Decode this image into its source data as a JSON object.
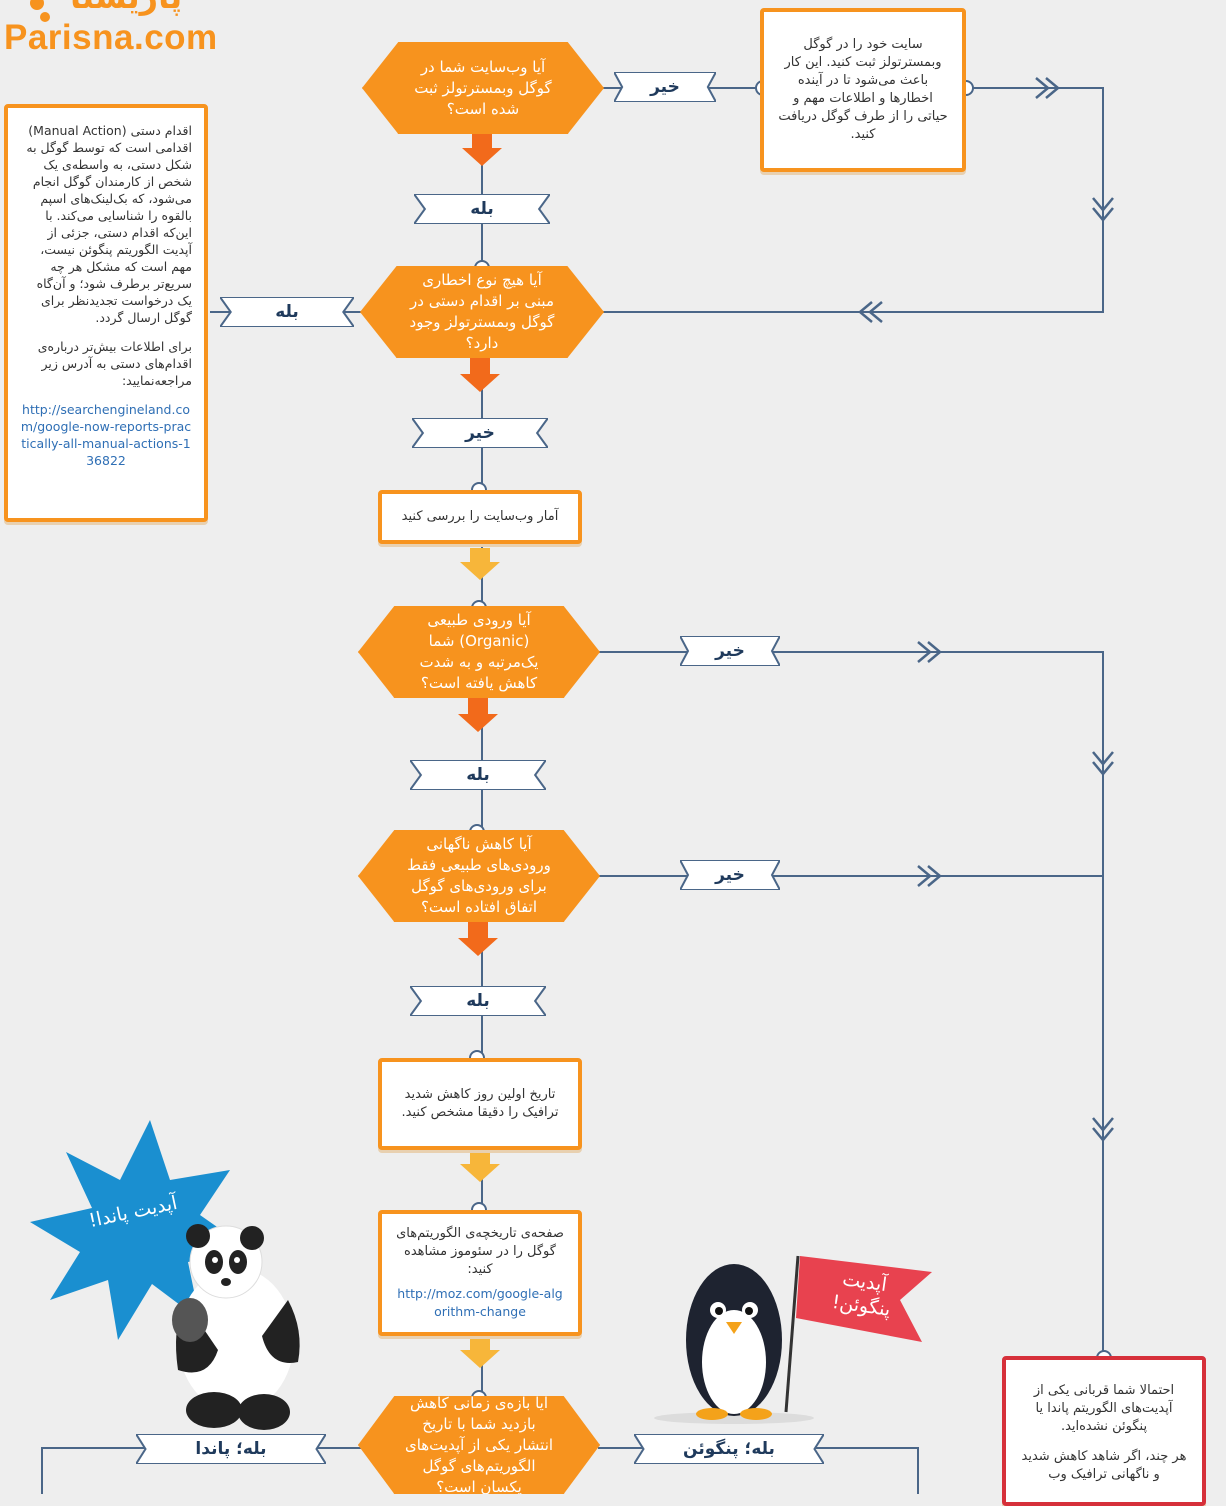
{
  "brand": {
    "persian": "پاریسنا",
    "latin": "Parisna.com"
  },
  "nodes": {
    "q1": "آیا وب‌سایت شما در گوگل وبمسترتولز ثبت شده است؟",
    "register_box": "سایت خود را در گوگل وبمسترتولز ثبت کنید. این کار باعث می‌شود تا در آینده اخطارها و اطلاعات مهم و حیاتی را از طرف گوگل دریافت کنید.",
    "q2": "آیا هیچ نوع اخطاری مبنی بر اقدام دستی در گوگل وبمسترتولز وجود دارد؟",
    "check_stats": "آمار وب‌سایت را بررسی کنید",
    "q3": "آیا ورودی طبیعی (Organic) شما یک‌مرتبه و به شدت کاهش یافته است؟",
    "q4": "آیا کاهش ناگهانی ورودی‌های طبیعی فقط برای ورودی‌های گوگل اتفاق افتاده است؟",
    "find_date": "تاریخ اولین روز کاهش شدید ترافیک را دقیقا مشخص کنید.",
    "moz_text": "صفحه‌ی تاریخچه‌ی الگوریتم‌های گوگل را در سئوموز مشاهده کنید:",
    "moz_link": "http://moz.com/google-algorithm-change",
    "q5": "آیا بازه‌ی زمانی کاهش بازدید شما با تاریخ انتشار یکی از آپدیت‌های الگوریتم‌های گوگل یکسان است؟",
    "victim_1": "احتمالا شما قربانی یکی از آپدیت‌های الگوریتم پاندا یا پنگوئن نشده‌اید.",
    "victim_2": "هر چند، اگر شاهد کاهش شدید و ناگهانی ترافیک وب"
  },
  "side_note": {
    "p1": "اقدام دستی (Manual Action) اقدامی است که توسط گوگل به شکل دستی، به واسطه‌ی یک شخص از کارمندان گوگل انجام می‌شود، که بک‌لینک‌های اسپم بالقوه را شناسایی می‌کند. با این‌که اقدام دستی، جزئی از آپدیت الگوریتم پنگوئن نیست، مهم است که مشکل هر چه سریع‌تر برطرف شود؛ و آن‌گاه یک درخواست تجدیدنظر برای گوگل ارسال گردد.",
    "p2": "برای اطلاعات بیش‌تر درباره‌ی اقدام‌های دستی به آدرس زیر مراجعه‌نمایید:",
    "link": "http://searchengineland.com/google-now-reports-practically-all-manual-actions-136822"
  },
  "tags": {
    "yes": "بله",
    "no": "خیر",
    "yes_panda": "بله؛ پاندا",
    "yes_penguin": "بله؛ پنگوئن"
  },
  "badges": {
    "panda": "آپدیت پاندا!",
    "penguin": "آپدیت پنگوئن!"
  },
  "colors": {
    "orange": "#f7931e",
    "navy": "#1f3a5c",
    "red": "#d6303a",
    "burst_blue": "#1a8fd0",
    "flag_red": "#e8424f"
  }
}
